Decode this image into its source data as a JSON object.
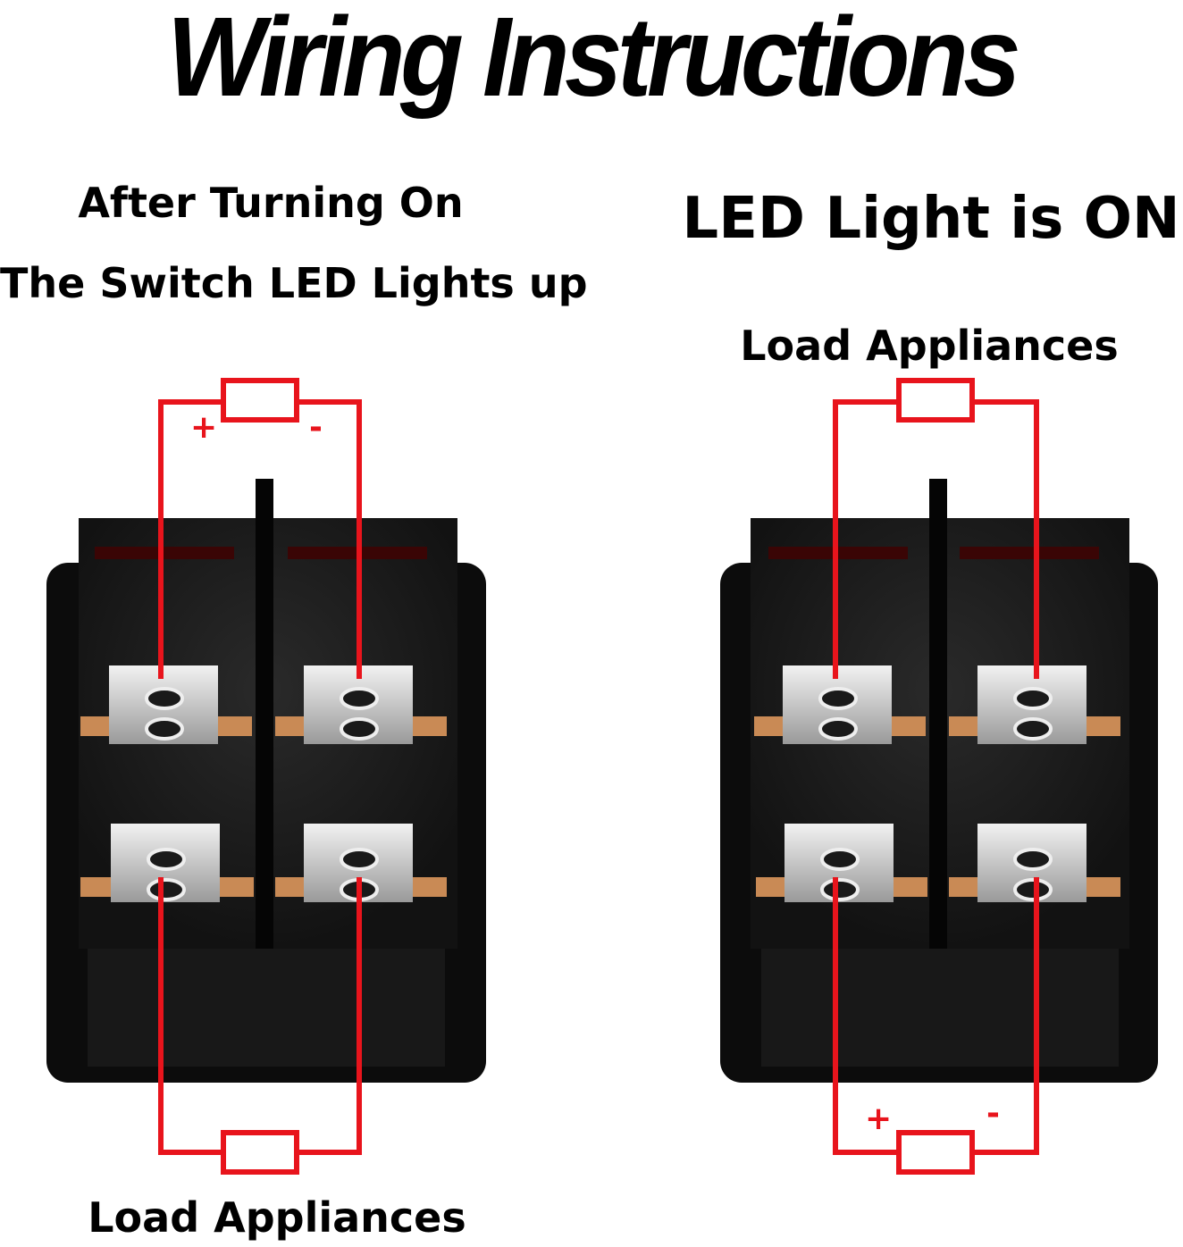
{
  "title": "Wiring Instructions",
  "left_panel": {
    "caption_line1": "After Turning On",
    "caption_line2": "The Switch LED Lights up",
    "load_label": "Load Appliances",
    "plus_sign": "+",
    "minus_sign": "-"
  },
  "right_panel": {
    "status": "LED Light is ON",
    "load_label": "Load Appliances",
    "plus_sign": "+",
    "minus_sign": "-"
  },
  "colors": {
    "wire": "#e8141c",
    "switch_body": "#111111",
    "terminal": "#c98a55",
    "led_bar": "#3a0505"
  }
}
